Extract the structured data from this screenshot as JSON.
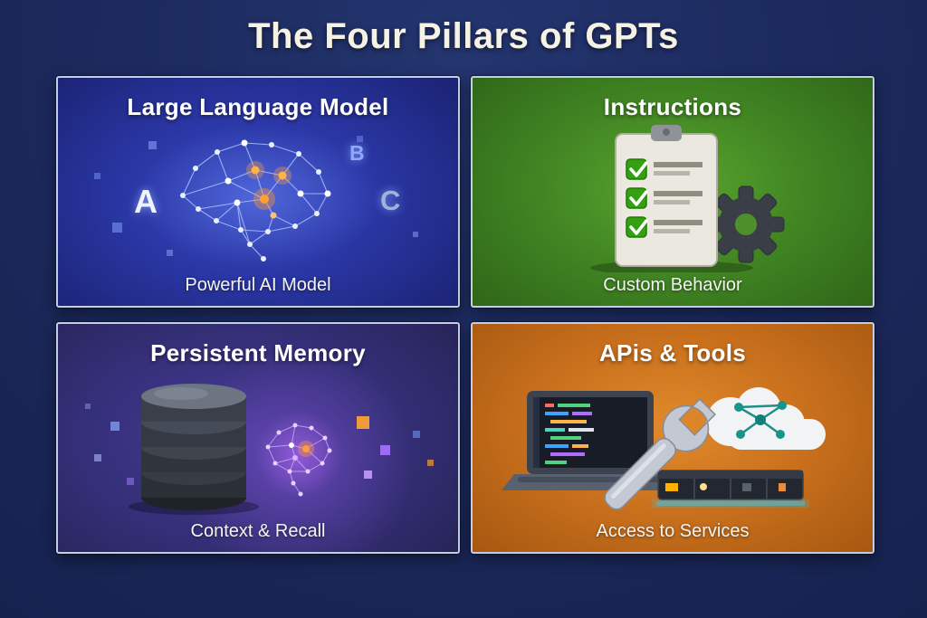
{
  "page": {
    "title": "The Four Pillars of GPTs",
    "background_color": "#1c2a5e",
    "title_color": "#f6f2e4"
  },
  "panels": [
    {
      "id": "large-language-model",
      "title": "Large Language Model",
      "subtitle": "Powerful AI Model",
      "theme_color": "#2b38a6",
      "icon": "brain-network-icon",
      "letters": [
        "A",
        "B",
        "C"
      ]
    },
    {
      "id": "instructions",
      "title": "Instructions",
      "subtitle": "Custom Behavior",
      "theme_color": "#418523",
      "icon": "clipboard-checklist-gear-icon"
    },
    {
      "id": "persistent-memory",
      "title": "Persistent Memory",
      "subtitle": "Context & Recall",
      "theme_color": "#3a3184",
      "icon": "database-brain-icon"
    },
    {
      "id": "apis-tools",
      "title": "APis & Tools",
      "subtitle": "Access to Services",
      "theme_color": "#c9701d",
      "icon": "laptop-wrench-cloud-server-icon"
    }
  ]
}
